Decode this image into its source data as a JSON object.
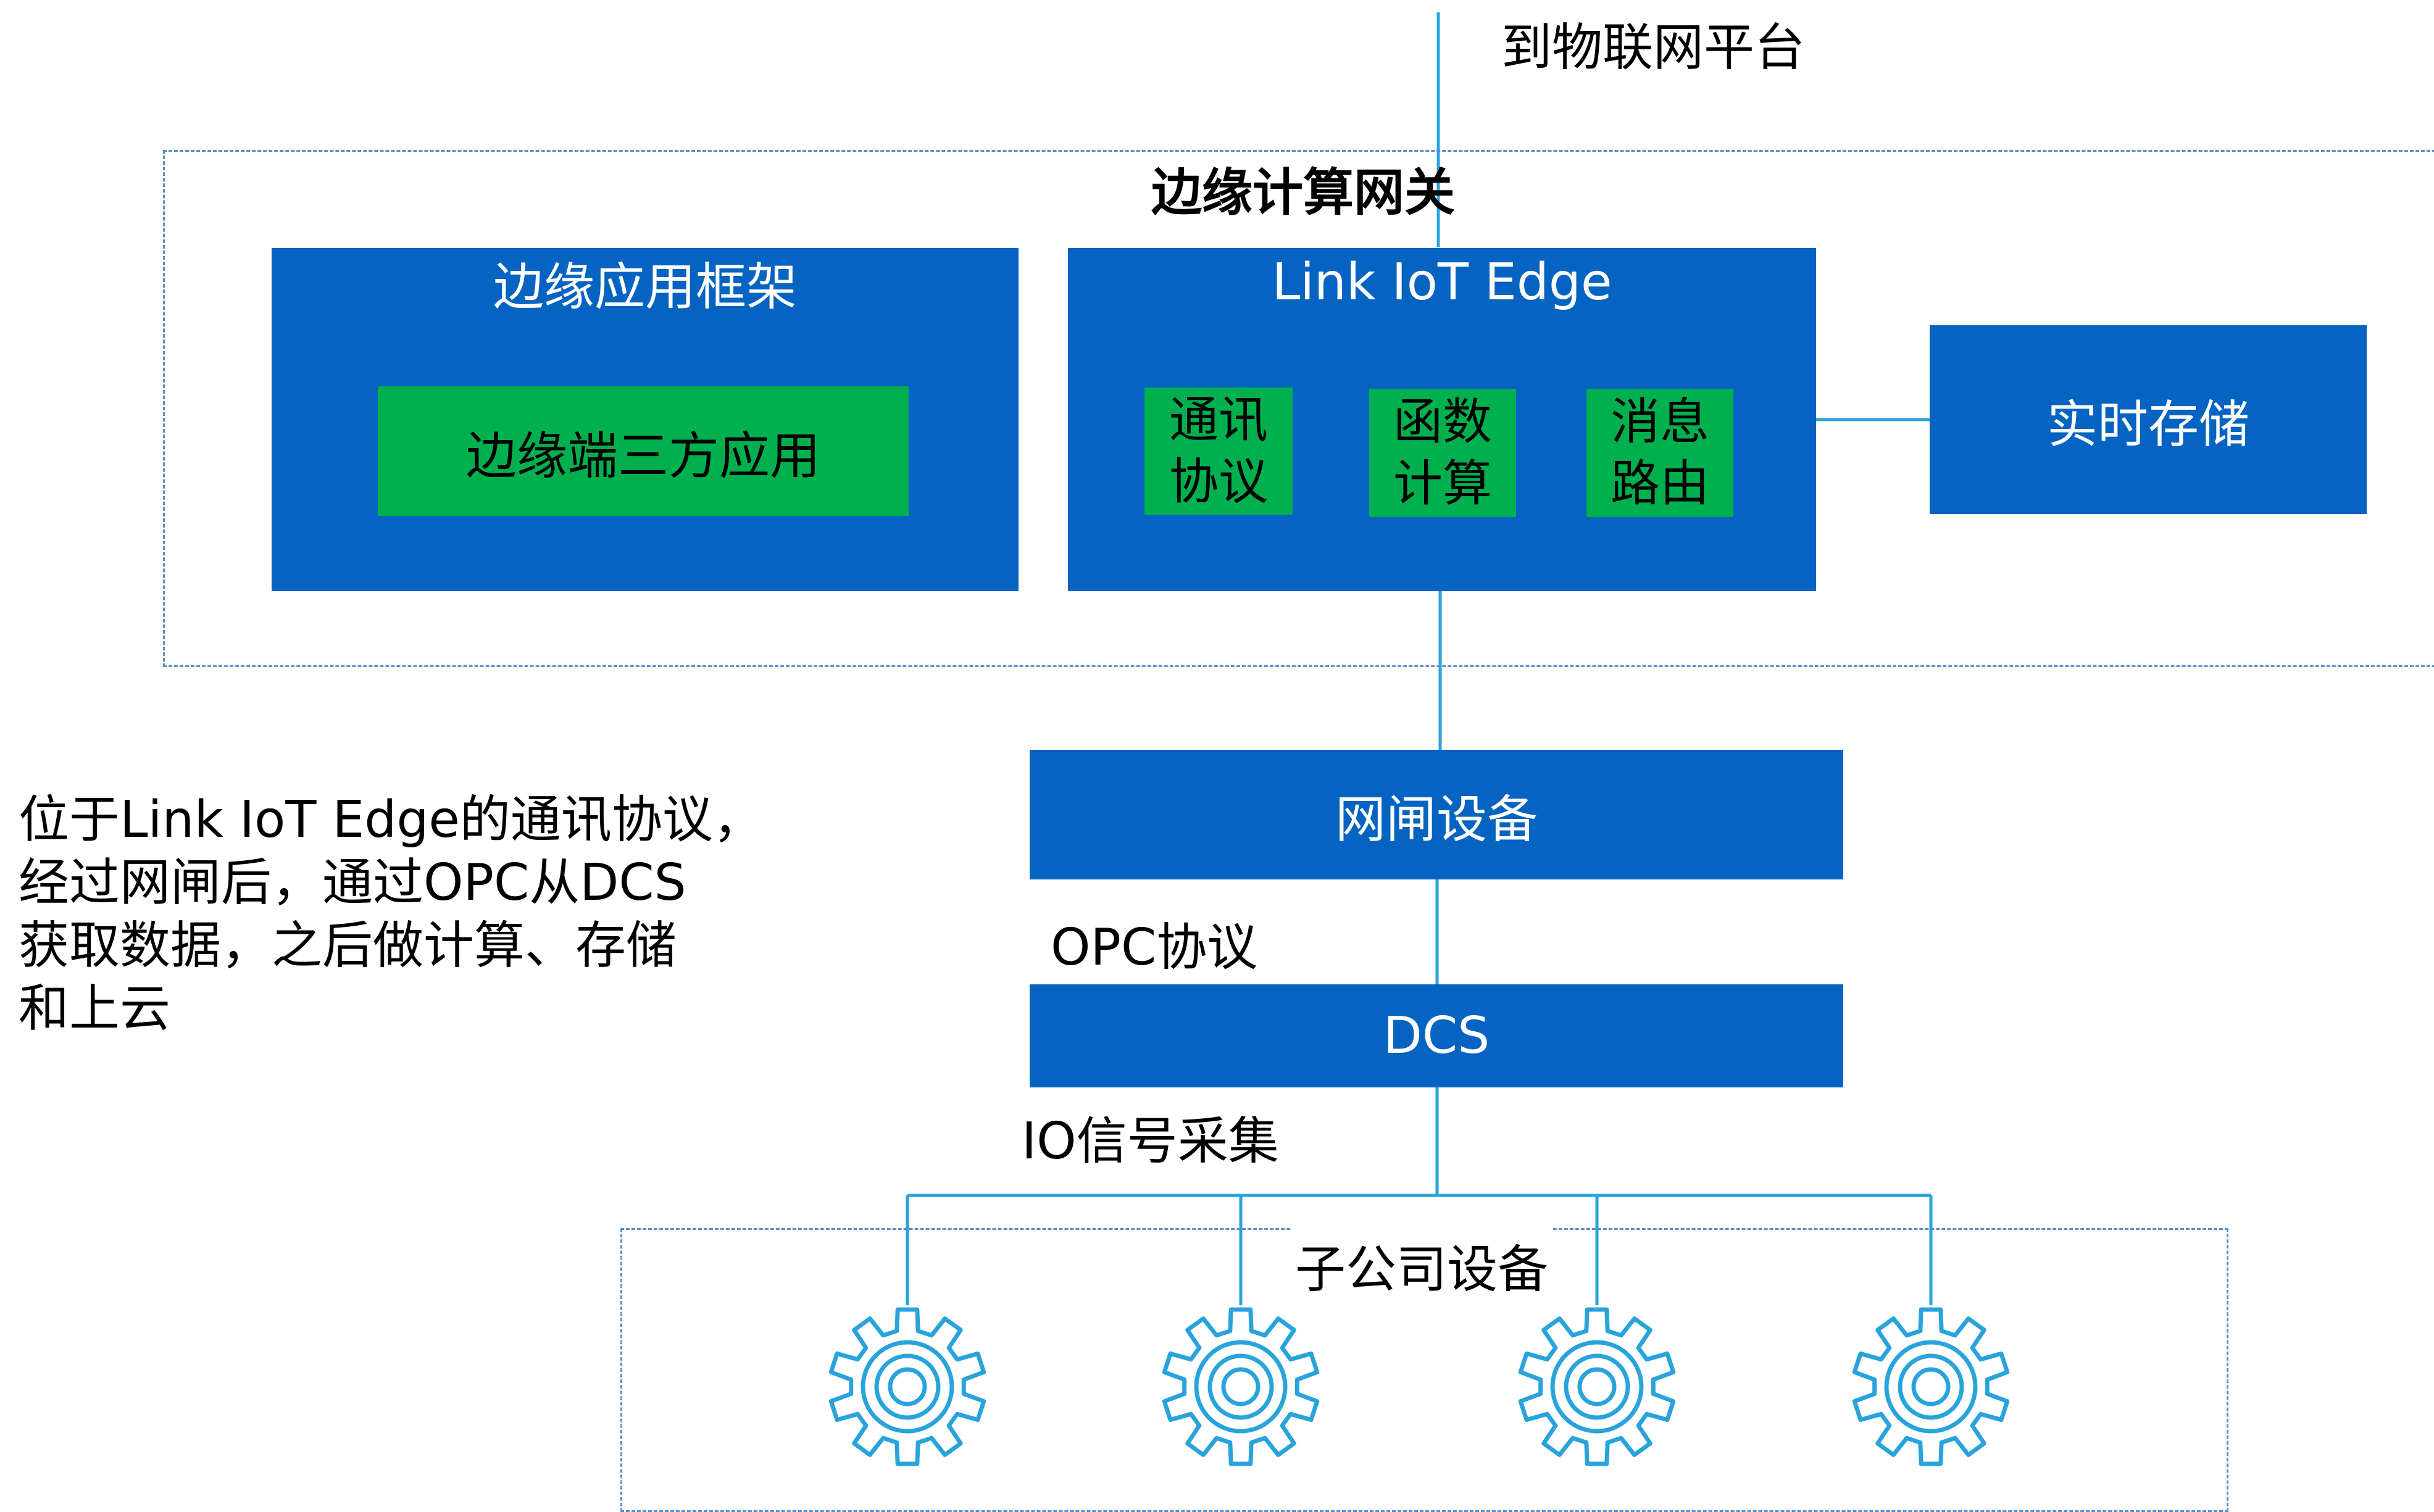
{
  "top_label": "到物联网平台",
  "gateway_title": "边缘计算网关",
  "edge_app_framework": {
    "title": "边缘应用框架",
    "inner": "边缘端三方应用"
  },
  "link_iot_edge": {
    "title": "Link IoT Edge",
    "modules": [
      "通讯\n协议",
      "函数\n计算",
      "消息\n路由"
    ]
  },
  "realtime_storage": "实时存储",
  "gatekeeper": "网闸设备",
  "opc_label": "OPC协议",
  "dcs": "DCS",
  "io_label": "IO信号采集",
  "subsidiary_label": "子公司设备",
  "description": "位于Link IoT Edge的通讯协议，\n经过网闸后，通过OPC从DCS\n获取数据，之后做计算、存储\n和上云",
  "colors": {
    "box_blue": "#0563c1",
    "module_green": "#00b04f",
    "line_blue": "#29a3db",
    "dashed_border": "#5b8fc7"
  },
  "gear_icons": [
    "gear-icon",
    "gear-icon",
    "gear-icon",
    "gear-icon"
  ]
}
